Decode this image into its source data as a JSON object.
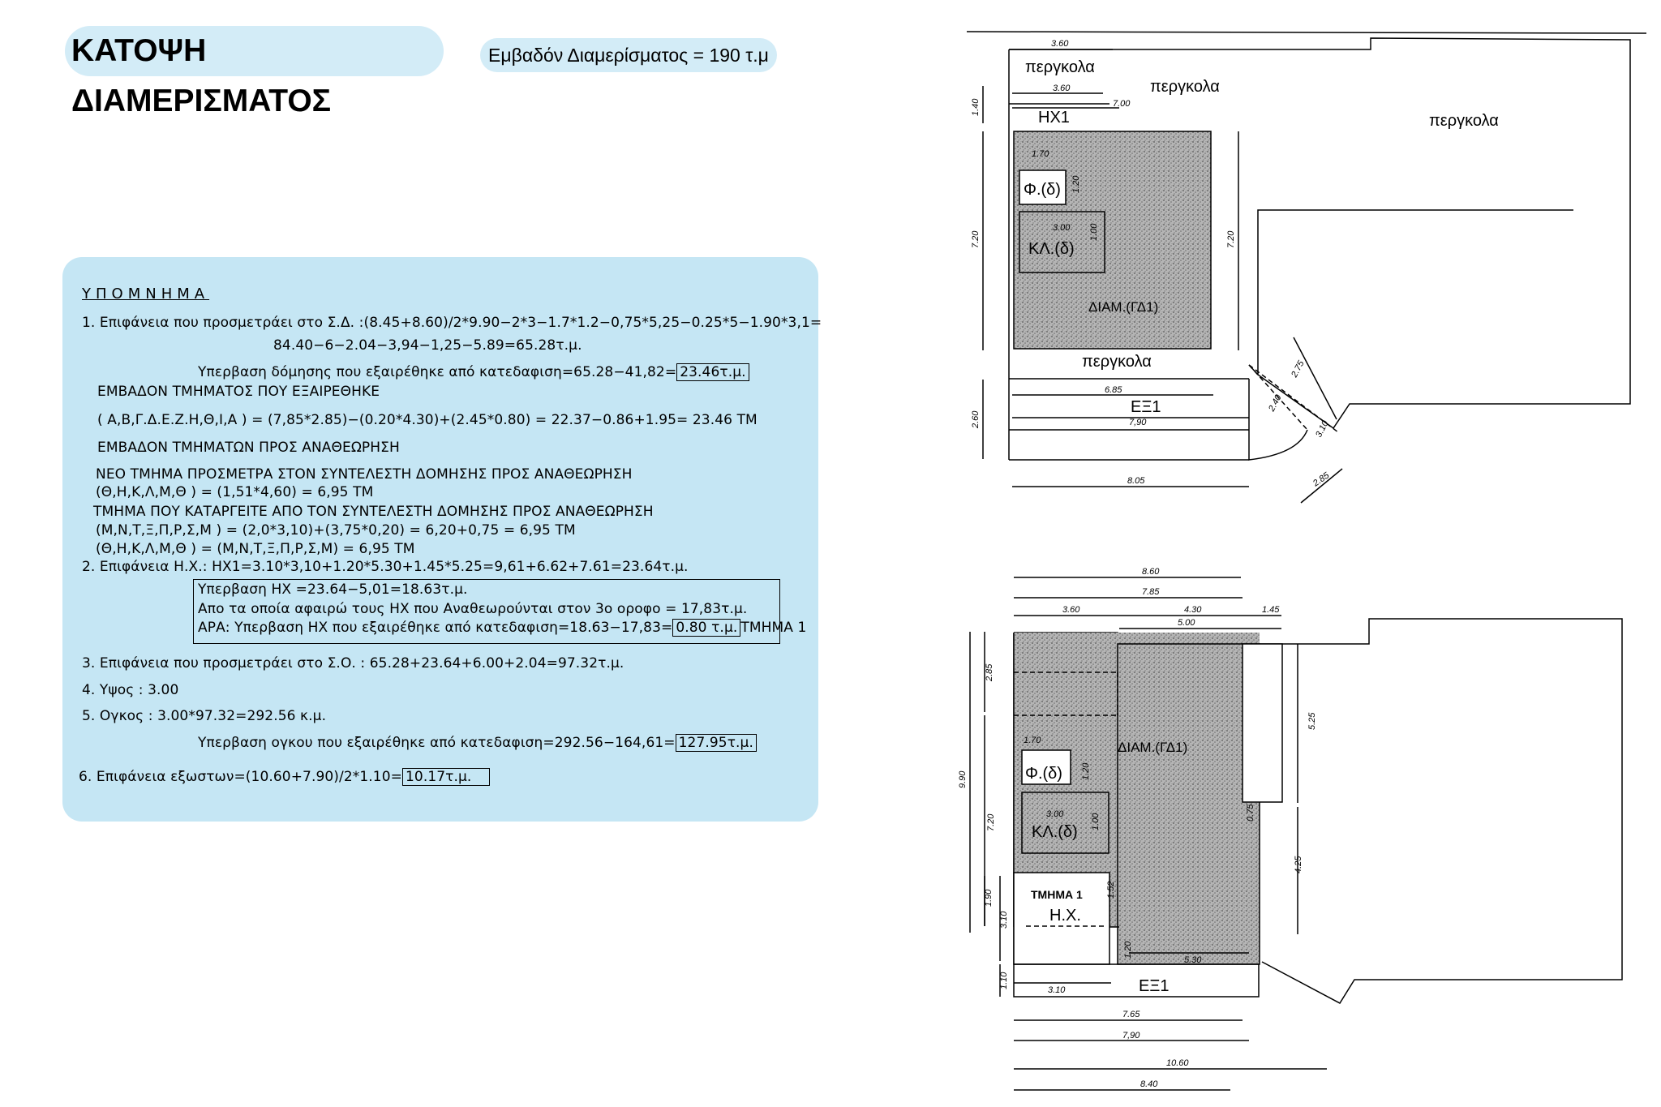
{
  "header": {
    "title": "ΚΑΤΟΨΗ ΔΙΑΜΕΡΙΣΜΑΤΟΣ",
    "area": "Εμβαδόν Διαμερίσματος = 190 τ.μ"
  },
  "legend": {
    "heading": "ΥΠΟΜΝΗΜΑ",
    "l1a": "1. Επιφάνεια που προσμετράει στο Σ.Δ. :(8.45+8.60)/2*9.90−2*3−1.7*1.2−0,75*5,25−0.25*5−1.90*3,1=",
    "l1b": "84.40−6−2.04−3,94−1,25−5.89=65.28τ.μ.",
    "l2a": "Υπερβαση δόμησης που εξαιρέθηκε από κατεδαφιση=65.28−41,82=",
    "l2b": "23.46τ.μ.",
    "l3": "ΕΜΒΑΔΟΝ ΤΜΗΜΑΤΟΣ ΠΟΥ ΕΞΑΙΡΕΘΗΚΕ",
    "l4": "( Α,Β,Γ.Δ.Ε.Ζ.Η,Θ,Ι,Α ) = (7,85*2.85)−(0.20*4.30)+(2.45*0.80) = 22.37−0.86+1.95= 23.46 ΤΜ",
    "l5": "ΕΜΒΑΔΟΝ ΤΜΗΜΑΤΩΝ ΠΡΟΣ ΑΝΑΘΕΩΡΗΣΗ",
    "l6": "ΝΕΟ ΤΜΗΜΑ ΠΡΟΣΜΕΤΡΑ ΣΤΟΝ ΣΥΝΤΕΛΕΣΤΗ ΔΟΜΗΣΗΣ ΠΡΟΣ ΑΝΑΘΕΩΡΗΣΗ",
    "l7": "(Θ,Η,Κ,Λ,Μ,Θ ) = (1,51*4,60) = 6,95 ΤΜ",
    "l8": "ΤΜΗΜΑ ΠΟΥ ΚΑΤΑΡΓΕΙΤΕ ΑΠΟ ΤΟΝ ΣΥΝΤΕΛΕΣΤΗ ΔΟΜΗΣΗΣ ΠΡΟΣ ΑΝΑΘΕΩΡΗΣΗ",
    "l9": "(Μ,Ν,Τ,Ξ,Π,Ρ,Σ,Μ ) = (2,0*3,10)+(3,75*0,20) = 6,20+0,75 = 6,95 ΤΜ",
    "l10": "(Θ,Η,Κ,Λ,Μ,Θ ) = (Μ,Ν,Τ,Ξ,Π,Ρ,Σ,Μ) =  6,95 ΤΜ",
    "l11": "2. Επιφάνεια Η.Χ.: ΗΧ1=3.10*3,10+1.20*5.30+1.45*5.25=9,61+6.62+7.61=23.64τ.μ.",
    "l12": "Υπερβαση ΗΧ =23.64−5,01=18.63τ.μ.",
    "l13": "Απο τα οποία αφαιρώ τους ΗΧ που Αναθεωρούνται στον 3ο οροφο = 17,83τ.μ.",
    "l14a": "ΑΡΑ: Υπερβαση ΗΧ που εξαιρέθηκε από κατεδαφιση=18.63−17,83=",
    "l14b": "0.80 τ.μ.",
    "l14c": "ΤΜΗΜΑ 1",
    "l15": "3. Επιφάνεια που προσμετράει στο Σ.Ο. : 65.28+23.64+6.00+2.04=97.32τ.μ.",
    "l16": "4. Υψος : 3.00",
    "l17": "5. Ογκος : 3.00*97.32=292.56 κ.μ.",
    "l18a": "Υπερβαση ογκου που εξαιρέθηκε από κατεδαφιση=292.56−164,61=",
    "l18b": "127.95τ.μ.",
    "l19a": "6. Επιφάνεια εξωστων=(10.60+7.90)/2*1.10=",
    "l19b": "10.17τ.μ."
  },
  "plan_top": {
    "pergola1": "περγκολα",
    "pergola2": "περγκολα",
    "pergola3": "περγκολα",
    "pergola4": "περγκολα",
    "hx1": "ΗΧ1",
    "f": "Φ.(δ)",
    "kl": "ΚΛ.(δ)",
    "diam": "ΔΙΑΜ.(ΓΔ1)",
    "ex": "ΕΞ1",
    "dims": [
      "3.60",
      "3.60",
      "7.00",
      "1.40",
      "1.70",
      "1.20",
      "3.00",
      "1.00",
      "7.20",
      "7.20",
      "6.85",
      "7,90",
      "2.60",
      "8.05",
      "2.75",
      "2.40",
      "3.10",
      "2.85"
    ]
  },
  "plan_bottom": {
    "diam": "ΔΙΑΜ.(ΓΔ1)",
    "f": "Φ.(δ)",
    "kl": "ΚΛ.(δ)",
    "tmima": "ΤΜΗΜΑ 1",
    "hx": "Η.Χ.",
    "ex": "ΕΞ1",
    "dims": [
      "8.60",
      "7.85",
      "3.60",
      "4.30",
      "1.45",
      "5.00",
      "2.85",
      "9.90",
      "7.20",
      "1.90",
      "3.10",
      "1.10",
      "1.70",
      "1.20",
      "3.00",
      "1.00",
      "5.25",
      "0.75",
      "4.25",
      "1.52",
      "1.20",
      "5.30",
      "3.10",
      "7.65",
      "7,90",
      "10.60",
      "8.40"
    ]
  },
  "colors": {
    "pill": "#d3ecf7",
    "legend_bg": "#c5e6f4",
    "hatch": "#9a9a9a"
  }
}
